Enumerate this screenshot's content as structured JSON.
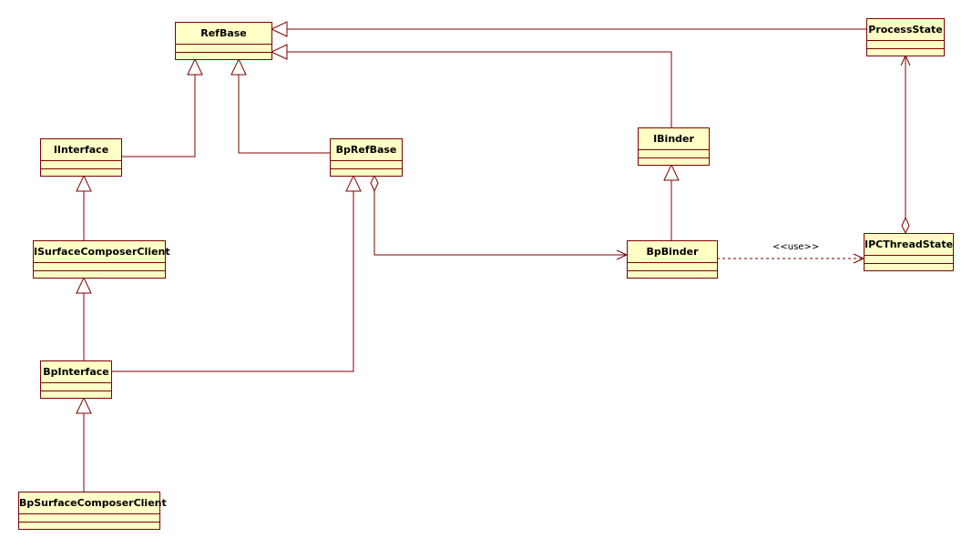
{
  "classes": {
    "refbase": "RefBase",
    "processstate": "ProcessState",
    "iinterface": "IInterface",
    "bprefbase": "BpRefBase",
    "ibinder": "IBinder",
    "isurfacecomposerclient": "ISurfaceComposerClient",
    "bpbinder": "BpBinder",
    "ipcthreadstate": "IPCThreadState",
    "bpinterface": "BpInterface",
    "bpsurfacecomposerclient": "BpSurfaceComposerClient"
  },
  "labels": {
    "use": "<<use>>"
  },
  "colors": {
    "fill": "#ffffc6",
    "stroke": "#800000"
  }
}
